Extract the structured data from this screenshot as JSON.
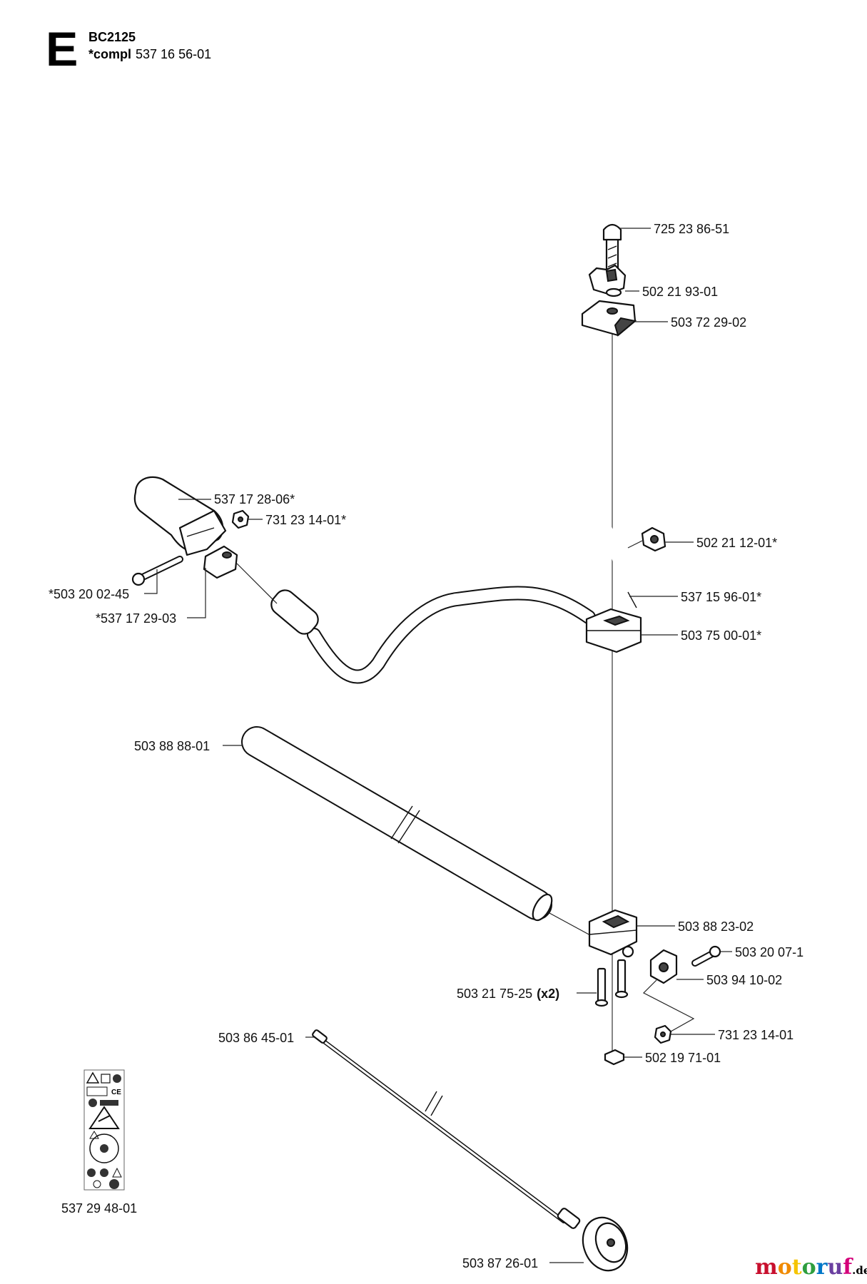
{
  "header": {
    "section": "E",
    "model": "BC2125",
    "compl_label": "*compl",
    "compl_number": "537 16 56-01"
  },
  "labels": {
    "p1": "725 23 86-51",
    "p2": "502 21 93-01",
    "p3": "503 72 29-02",
    "p4": "537 17 28-06*",
    "p5": "731 23 14-01*",
    "p6": "502 21 12-01*",
    "p7": "*503 20 02-45",
    "p8": "*537 17 29-03",
    "p9": "537 15 96-01*",
    "p10": "503 75 00-01*",
    "p11": "503 88 88-01",
    "p12": "503 88 23-02",
    "p13": "503 20 07-1",
    "p14": "503 94 10-02",
    "p15": "503 21 75-25",
    "p15_qty": "(x2)",
    "p16": "731 23 14-01",
    "p17": "503 86 45-01",
    "p18": "502 19 71-01",
    "p19": "503 87 26-01",
    "p20": "537 29 48-01"
  },
  "brand": {
    "letters": [
      "m",
      "o",
      "t",
      "o",
      "r",
      "u",
      "f"
    ],
    "colors": [
      "#c8102e",
      "#f08a00",
      "#f5c400",
      "#2e9e3e",
      "#0077c8",
      "#6a3fa0",
      "#d4007a"
    ],
    "suffix": ".de"
  },
  "icons": [
    "warning-sticker-icon"
  ]
}
